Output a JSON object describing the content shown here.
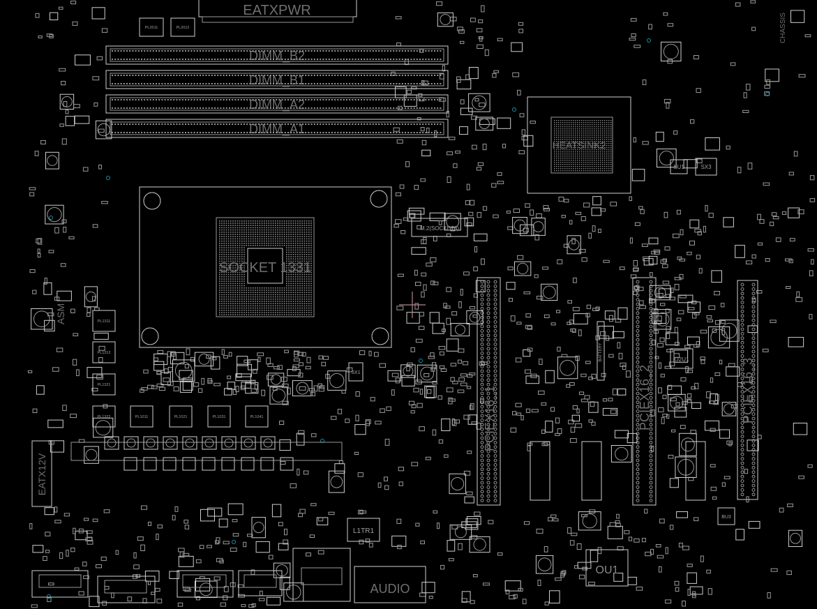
{
  "labels": {
    "eatxpwr": "EATXPWR",
    "dimm_b2": "DIMM_B2",
    "dimm_b1": "DIMM_B1",
    "dimm_a2": "DIMM_A2",
    "dimm_a1": "DIMM_A1",
    "socket": "SOCKET 1331",
    "m2": "M.2(SOCKET3)",
    "heatsink": "HEATSINK2",
    "pciex16_1": "PCIEX16_1",
    "pciex16_2": "PCIEX16_2",
    "pciex16_3": "PCIEX16_3",
    "eatx12v": "EATX12V",
    "audio": "AUDIO",
    "ou1": "OU1",
    "l1tr1": "L1TR1",
    "o2u1": "O2U1",
    "su1": "SU1",
    "sx3": "SX3",
    "sx1": "SX1",
    "bu3": "BU3",
    "battery": "BATTERY",
    "pl1311": "PL1311",
    "pl1312": "PL1312",
    "pl1321": "PL1321",
    "pl1322": "PL1322",
    "pl1011": "PL1011",
    "pl1021": "PL1021",
    "pl1031": "PL1031",
    "pl1041": "PL1041",
    "pl2011": "PL2011",
    "pl2012": "PL2012",
    "asmb": "ASM",
    "chassis": "CHASSIS"
  },
  "colors": {
    "background": "#000000",
    "outline": "#cfcfcf",
    "label": "#8a8a8a",
    "marker": "#b08a90",
    "via": "#1f8fa8"
  }
}
